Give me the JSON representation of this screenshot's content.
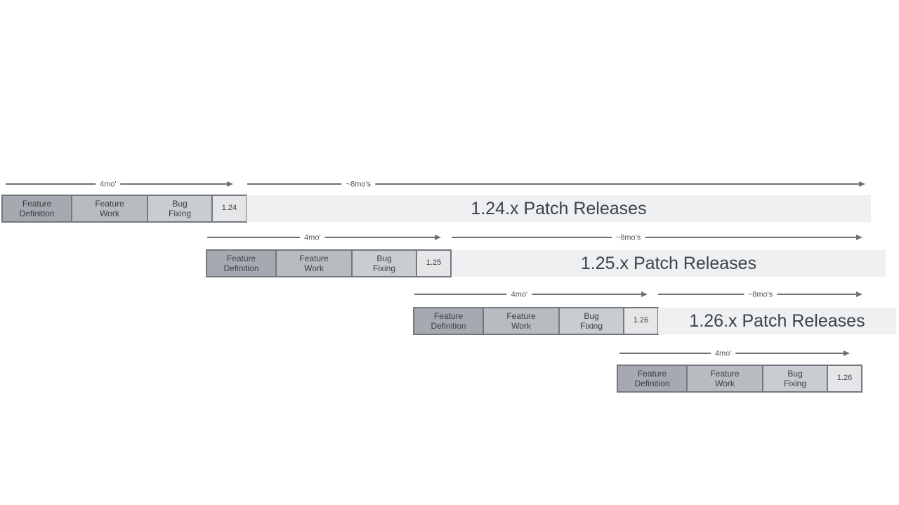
{
  "diagram": {
    "title": "release-cadence-diagram",
    "duration_short": "4mo'",
    "duration_long": "~8mo's",
    "phases": [
      "Feature\nDefinition",
      "Feature\nWork",
      "Bug\nFixing"
    ],
    "rows": [
      {
        "version": "1.24",
        "patch_label": "1.24.x Patch Releases"
      },
      {
        "version": "1.25",
        "patch_label": "1.25.x Patch Releases"
      },
      {
        "version": "1.26",
        "patch_label": "1.26.x Patch Releases"
      },
      {
        "version": "1.26",
        "patch_label": ""
      }
    ],
    "colors": {
      "feature_definition": "#a6aab0",
      "feature_work": "#b8bcc1",
      "bug_fixing": "#c9ccd0",
      "version_box": "#e4e6e8",
      "patch_bar": "#eef0f1",
      "border": "#74787e",
      "arrow": "#6d7278",
      "text": "#3a3e43"
    }
  }
}
